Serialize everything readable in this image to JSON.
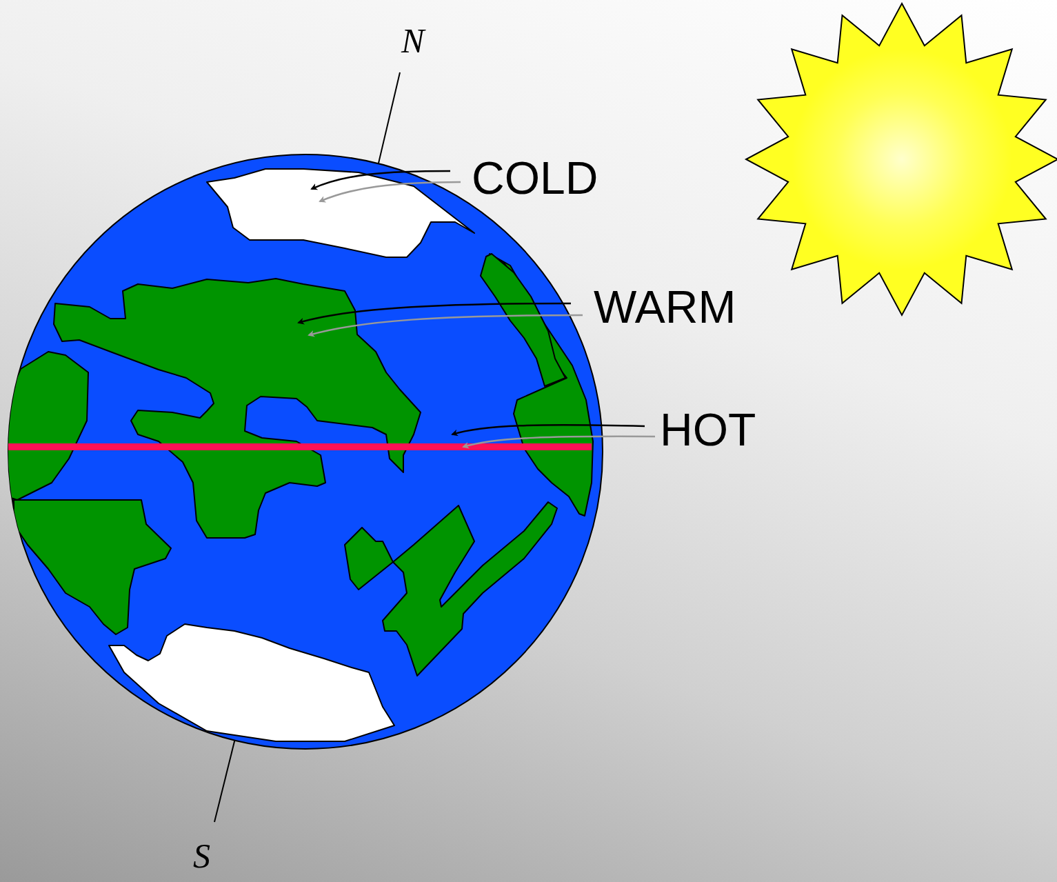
{
  "diagram": {
    "labels": [
      "N",
      "COLD",
      "WARM",
      "HOT",
      "S"
    ]
  }
}
